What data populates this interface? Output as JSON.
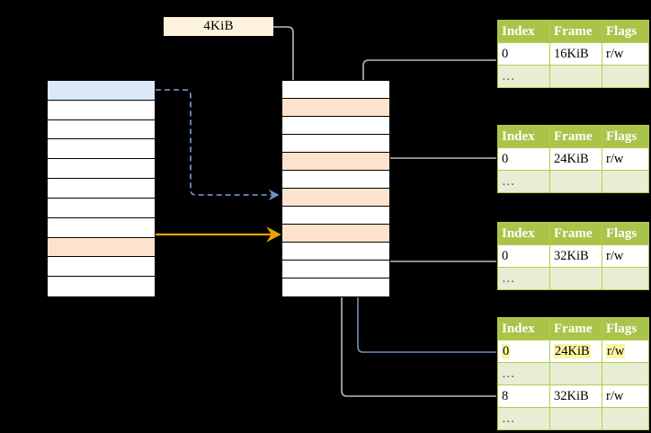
{
  "diagram": {
    "title_label": "4KiB",
    "virtual_memory": {
      "name": "left-memory-column",
      "rows": [
        {
          "id": "row-0",
          "fill": "blue"
        },
        {
          "id": "row-1",
          "fill": "white"
        },
        {
          "id": "row-2",
          "fill": "white"
        },
        {
          "id": "row-3",
          "fill": "white"
        },
        {
          "id": "row-4",
          "fill": "white"
        },
        {
          "id": "row-5",
          "fill": "white"
        },
        {
          "id": "row-6",
          "fill": "white"
        },
        {
          "id": "row-7",
          "fill": "white"
        },
        {
          "id": "row-8",
          "fill": "orange"
        },
        {
          "id": "row-9",
          "fill": "white"
        },
        {
          "id": "row-10",
          "fill": "white"
        }
      ]
    },
    "physical_memory": {
      "name": "middle-memory-column",
      "rows": [
        {
          "id": "row-0",
          "fill": "white"
        },
        {
          "id": "row-1",
          "fill": "orange"
        },
        {
          "id": "row-2",
          "fill": "white"
        },
        {
          "id": "row-3",
          "fill": "white"
        },
        {
          "id": "row-4",
          "fill": "orange"
        },
        {
          "id": "row-5",
          "fill": "white"
        },
        {
          "id": "row-6",
          "fill": "orange"
        },
        {
          "id": "row-7",
          "fill": "white"
        },
        {
          "id": "row-8",
          "fill": "orange"
        },
        {
          "id": "row-9",
          "fill": "white"
        },
        {
          "id": "row-10",
          "fill": "white"
        },
        {
          "id": "row-11",
          "fill": "white"
        }
      ]
    },
    "page_tables": [
      {
        "name": "page-table-1",
        "headers": [
          "Index",
          "Frame",
          "Flags"
        ],
        "rows": [
          {
            "type": "values",
            "index": "0",
            "frame": "16KiB",
            "flags": "r/w",
            "highlight": false
          },
          {
            "type": "ellipsis",
            "index": "…",
            "frame": "",
            "flags": "",
            "highlight": false
          }
        ]
      },
      {
        "name": "page-table-2",
        "headers": [
          "Index",
          "Frame",
          "Flags"
        ],
        "rows": [
          {
            "type": "values",
            "index": "0",
            "frame": "24KiB",
            "flags": "r/w",
            "highlight": false
          },
          {
            "type": "ellipsis",
            "index": "…",
            "frame": "",
            "flags": "",
            "highlight": false
          }
        ]
      },
      {
        "name": "page-table-3",
        "headers": [
          "Index",
          "Frame",
          "Flags"
        ],
        "rows": [
          {
            "type": "values",
            "index": "0",
            "frame": "32KiB",
            "flags": "r/w",
            "highlight": false
          },
          {
            "type": "ellipsis",
            "index": "…",
            "frame": "",
            "flags": "",
            "highlight": false
          }
        ]
      },
      {
        "name": "page-table-4",
        "headers": [
          "Index",
          "Frame",
          "Flags"
        ],
        "rows": [
          {
            "type": "values",
            "index": "0",
            "frame": "24KiB",
            "flags": "r/w",
            "highlight": true
          },
          {
            "type": "ellipsis",
            "index": "…",
            "frame": "",
            "flags": "",
            "highlight": false
          },
          {
            "type": "values",
            "index": "8",
            "frame": "32KiB",
            "flags": "r/w",
            "highlight": false
          },
          {
            "type": "ellipsis",
            "index": "…",
            "frame": "",
            "flags": "",
            "highlight": false
          }
        ]
      }
    ],
    "colors": {
      "background": "#000000",
      "header_green": "#aac44a",
      "ellipsis_green": "#e7eed3",
      "blue_fill": "#dbe8fa",
      "orange_fill": "#fde3cd",
      "label_cream": "#fdf3dc",
      "highlight_yellow": "#fcf4a3",
      "wire_gray": "#b9b9b9",
      "wire_blue": "#6f9bd1",
      "wire_orange": "#e8a200"
    }
  }
}
